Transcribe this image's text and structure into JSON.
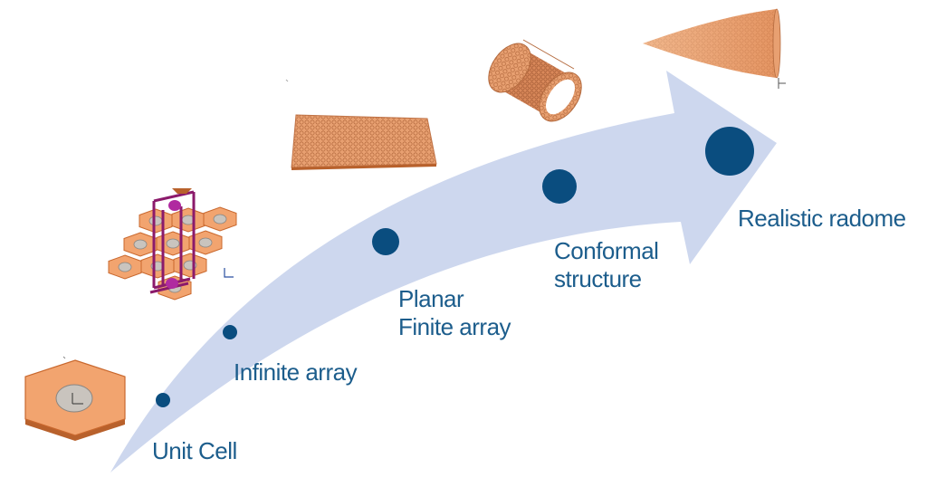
{
  "colors": {
    "arrow_fill": "#cdd7ee",
    "stage_dot": "#0a4d7f",
    "label_text": "#1c5d8c",
    "unit_cell_orange": "#f2a46f",
    "unit_cell_edge": "#c9682e",
    "patch_gray": "#c9c4be",
    "frame_purple": "#8b1a6b",
    "feed_magenta": "#b02aa0",
    "mesh_orange": "#e8a071",
    "mesh_line": "#b46a3e"
  },
  "stages": [
    {
      "id": "unit-cell",
      "label": "Unit Cell"
    },
    {
      "id": "infinite-array",
      "label": "Infinite array"
    },
    {
      "id": "planar-finite-array",
      "label": "Planar\nFinite array"
    },
    {
      "id": "conformal-structure",
      "label": "Conformal\nstructure"
    },
    {
      "id": "realistic-radome",
      "label": "Realistic radome"
    }
  ],
  "icons": {
    "unit_cell": "hexagonal-unit-cell-icon",
    "infinite_array": "hexagon-array-with-periodic-frame-icon",
    "planar_array": "planar-finite-array-icon",
    "conformal": "cylindrical-array-icon",
    "radome": "ogive-radome-icon"
  }
}
